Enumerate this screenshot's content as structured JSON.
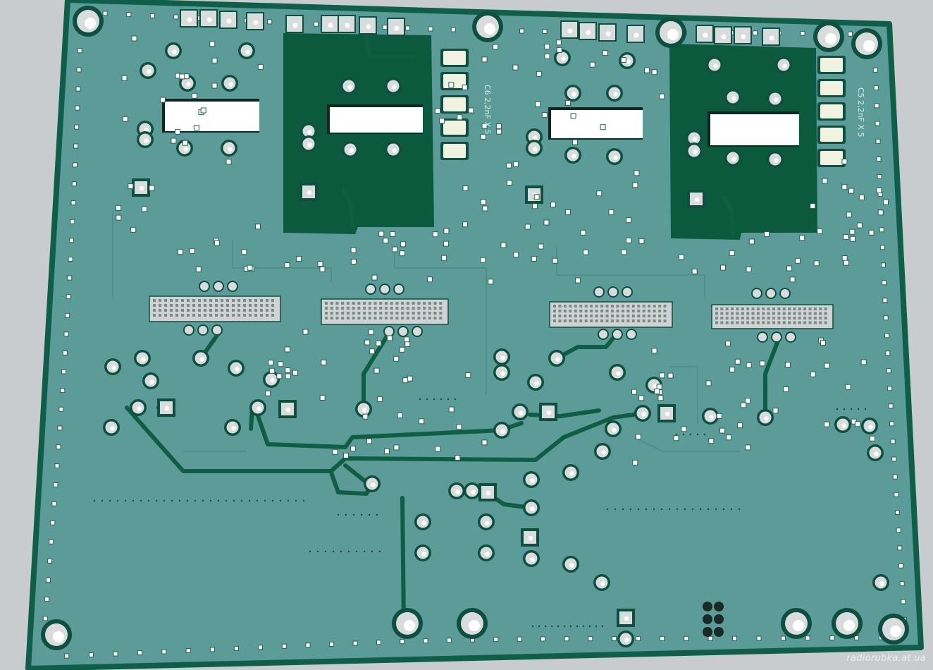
{
  "labels": {
    "c6": "C6  2,2nF  X 5",
    "c5": "C5  2,2nF  X 5"
  },
  "watermark": "radiorubka.at.ua",
  "colors": {
    "background": "#c9ccce",
    "board": "#5b9c98",
    "board_edge": "#0e5e49",
    "copper_pour": "#0c5a3e",
    "trace": "#0f5e44",
    "pad": "#d9dcdc",
    "hole": "#ffffff",
    "smd_cap": "#f2f2e0"
  },
  "icons": {
    "pad": "round-pad-icon",
    "square_pad": "square-pad-icon",
    "mount_hole": "mount-hole-icon",
    "via": "via-icon"
  }
}
